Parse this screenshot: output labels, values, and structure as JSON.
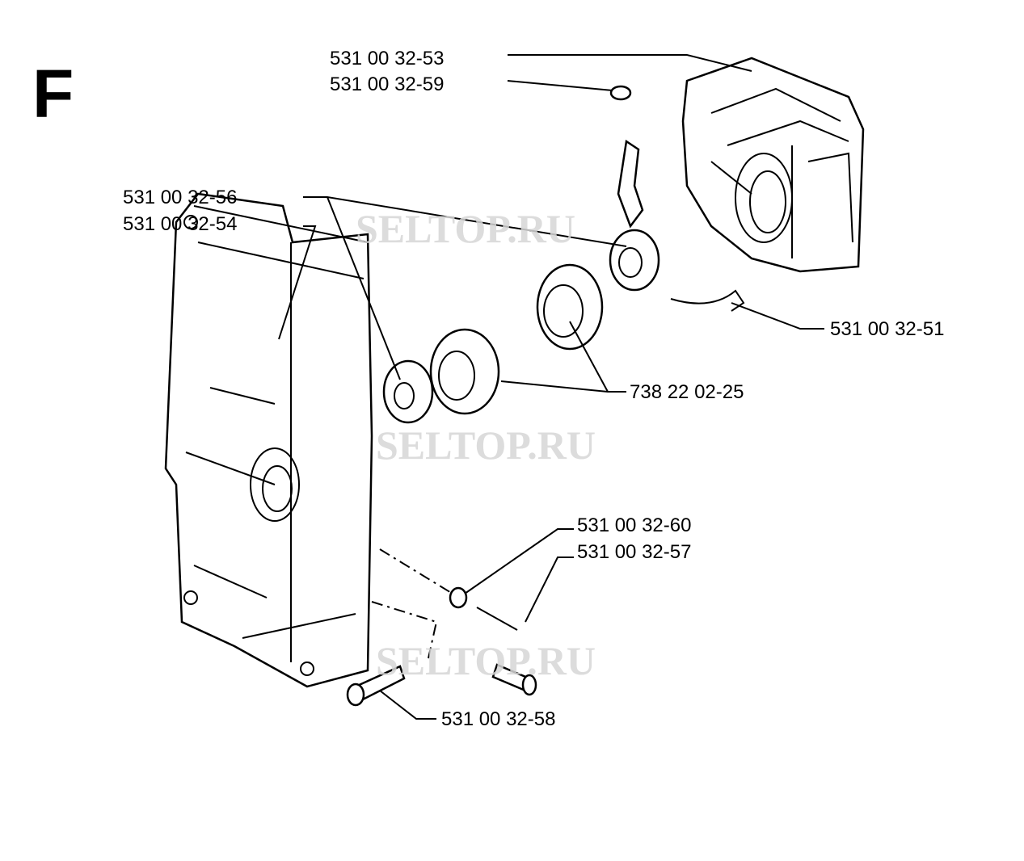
{
  "section_letter": "F",
  "watermark": "SELTOP.RU",
  "part_labels": {
    "p53": "531 00 32-53",
    "p59": "531 00 32-59",
    "p56": "531 00 32-56",
    "p54": "531 00 32-54",
    "p51": "531 00 32-51",
    "p25": "738 22 02-25",
    "p60": "531 00 32-60",
    "p57": "531 00 32-57",
    "p58": "531 00 32-58"
  }
}
